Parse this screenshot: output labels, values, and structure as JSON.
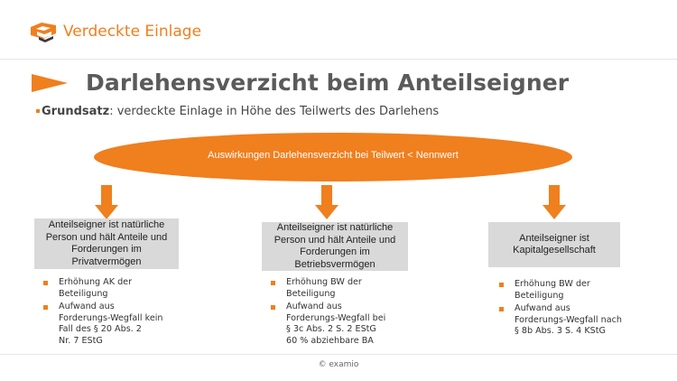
{
  "header": {
    "title": "Verdeckte Einlage",
    "logo_icon": "graduation-book-icon"
  },
  "slide": {
    "title": "Darlehensverzicht beim Anteilseigner",
    "principle_label": "Grundsatz",
    "principle_text": ": verdeckte Einlage in Höhe des Teilwerts des Darlehens",
    "ellipse_text": "Auswirkungen Darlehensverzicht bei Teilwert < Nennwert",
    "columns": [
      {
        "box": "Anteilseigner ist natürliche Person und hält Anteile und Forderungen im Privatvermögen",
        "items": [
          "Erhöhung AK  der\nBeteiligung",
          "Aufwand aus\nForderungs-Wegfall kein\nFall des § 20 Abs. 2\nNr. 7 EStG"
        ]
      },
      {
        "box": "Anteilseigner ist natürliche Person und hält Anteile und Forderungen im Betriebsvermögen",
        "items": [
          "Erhöhung BW der\nBeteiligung",
          "Aufwand aus\nForderungs-Wegfall bei\n§ 3c Abs. 2 S. 2 EStG\n60 % abziehbare BA"
        ]
      },
      {
        "box": "Anteilseigner ist Kapitalgesellschaft",
        "items": [
          "Erhöhung BW  der\nBeteiligung",
          "Aufwand aus\nForderungs-Wegfall nach\n§ 8b Abs. 3 S. 4 KStG"
        ]
      }
    ]
  },
  "footer": {
    "copyright": "© examio"
  },
  "colors": {
    "accent": "#f07f1e",
    "box_fill": "#d9d9d9",
    "title_gray": "#5a5a5a"
  }
}
